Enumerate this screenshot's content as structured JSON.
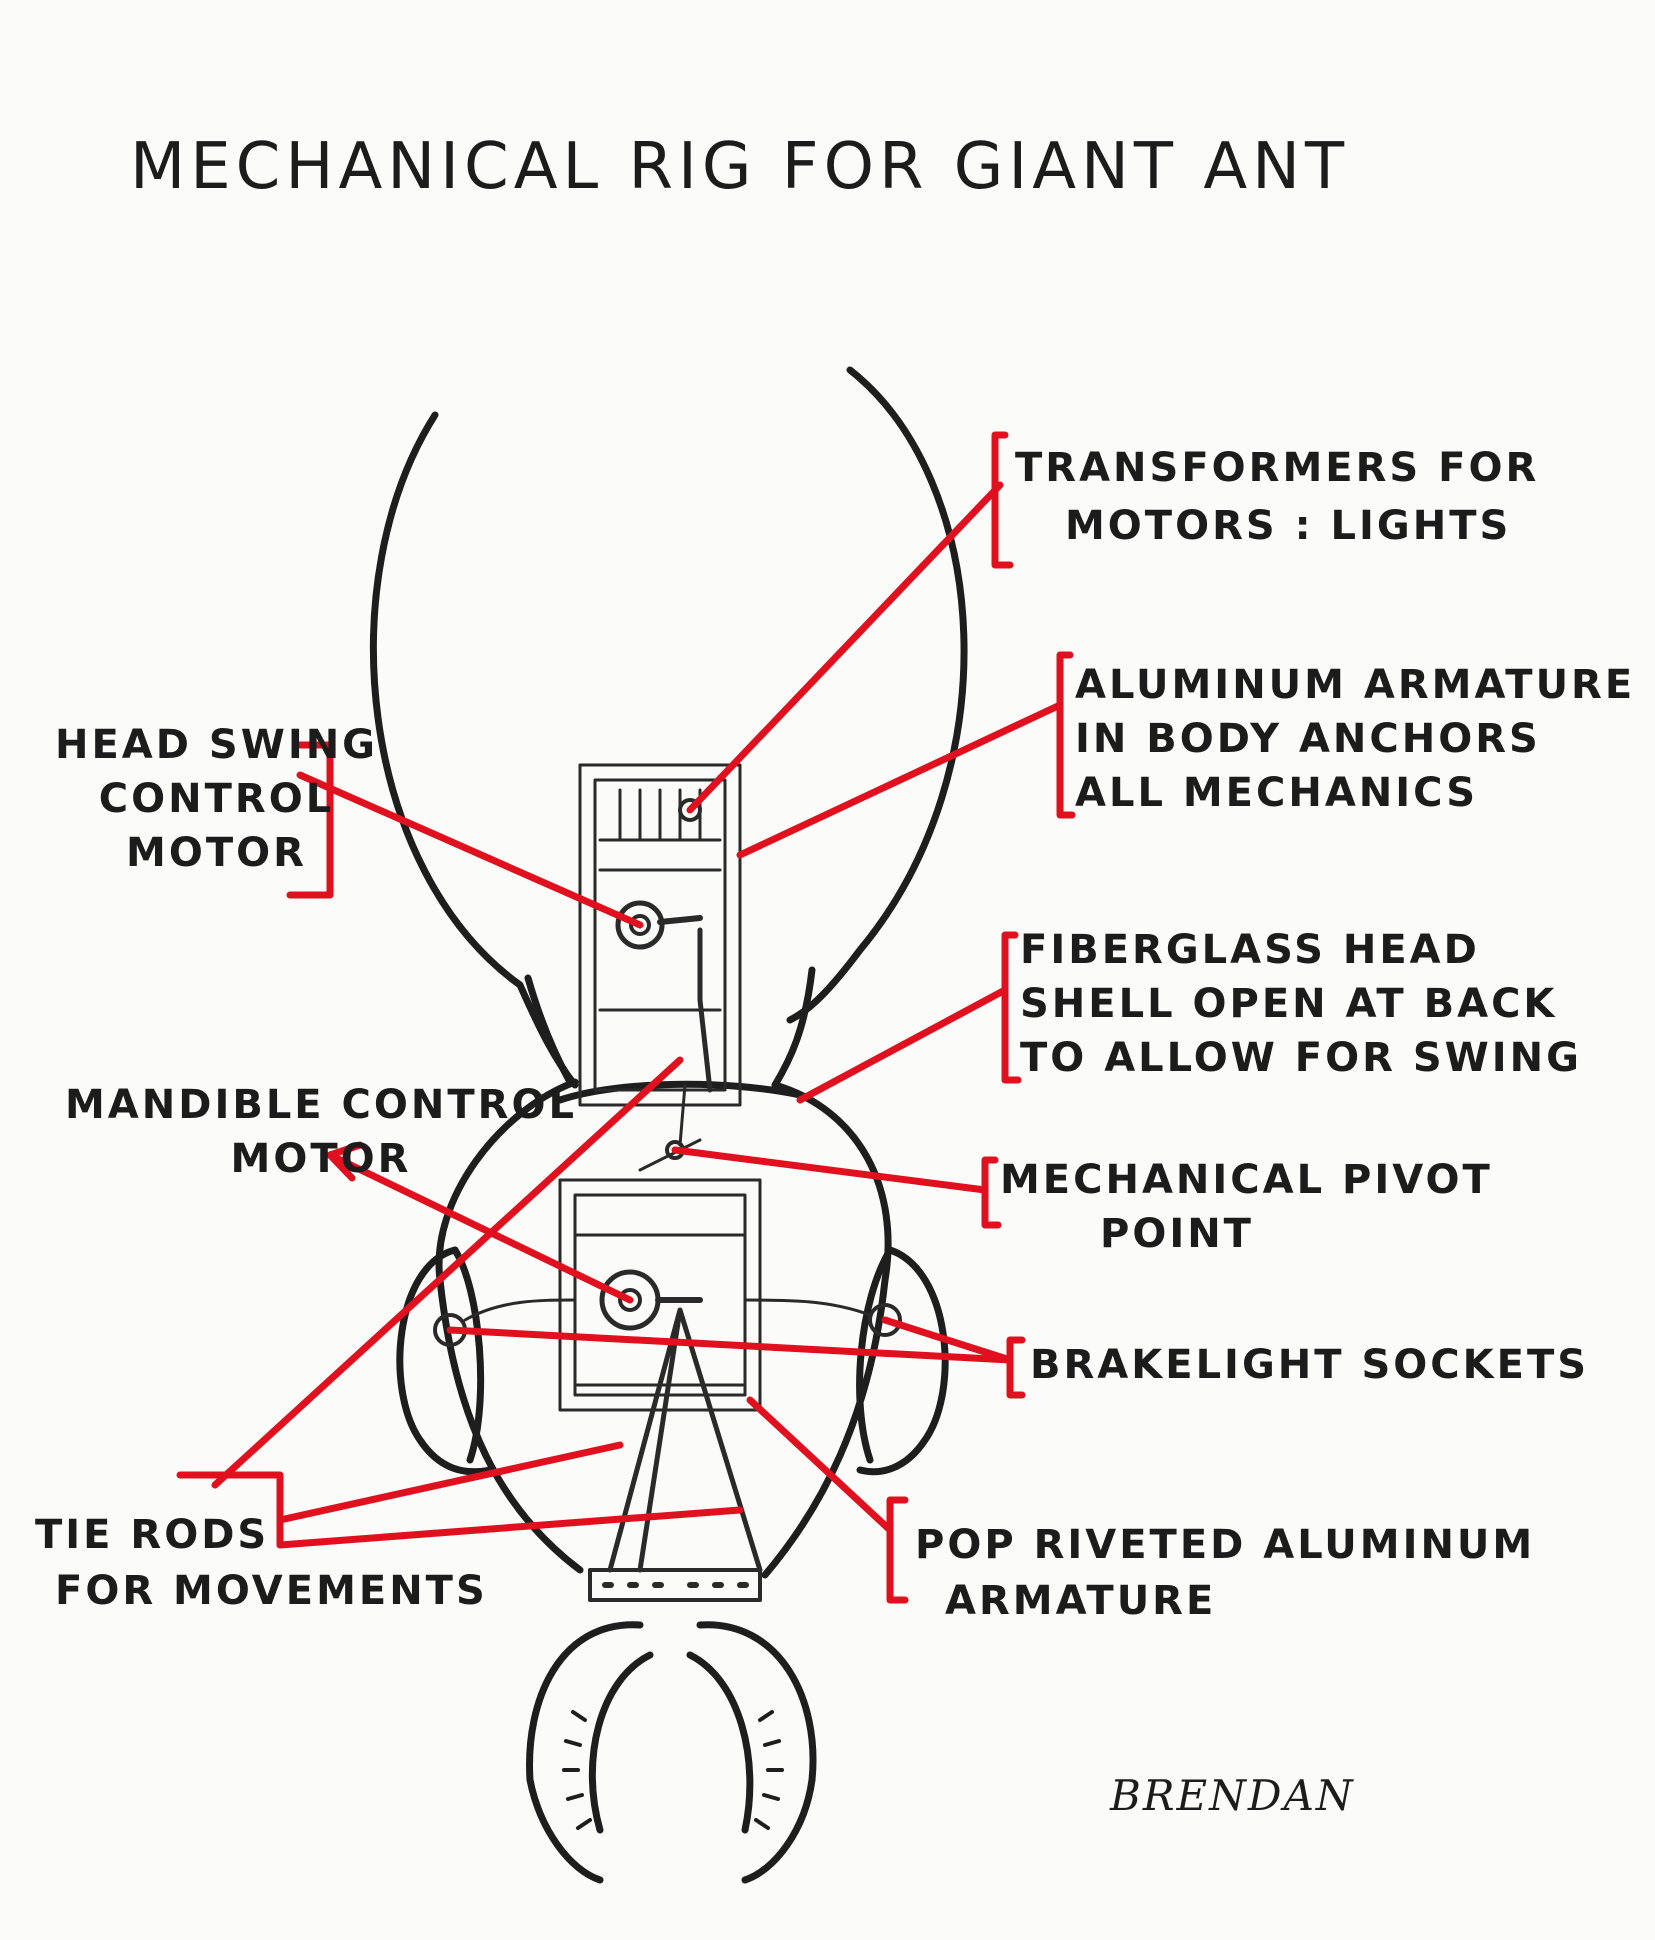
{
  "title": "Mechanical Rig for Giant Ant",
  "signature": "Brendan",
  "colors": {
    "ink": "#1c1c1c",
    "accent_red": "#e0101e",
    "paper": "#fbfbf9"
  },
  "labels": {
    "transformers": [
      "Transformers for",
      "Motors : Lights"
    ],
    "aluminum_armature": [
      "Aluminum Armature",
      "in body anchors",
      "all mechanics"
    ],
    "head_swing": [
      "Head Swing",
      "Control",
      "Motor"
    ],
    "fiberglass_head": [
      "Fiberglass head",
      "shell open at back",
      "to allow for swing"
    ],
    "mandible_control": [
      "Mandible Control",
      "Motor"
    ],
    "pivot_point": [
      "Mechanical Pivot",
      "Point"
    ],
    "brakelight": [
      "Brakelight Sockets"
    ],
    "tie_rods": [
      "Tie Rods",
      "for Movements"
    ],
    "pop_riveted": [
      "Pop Riveted Aluminum",
      "Armature"
    ]
  }
}
